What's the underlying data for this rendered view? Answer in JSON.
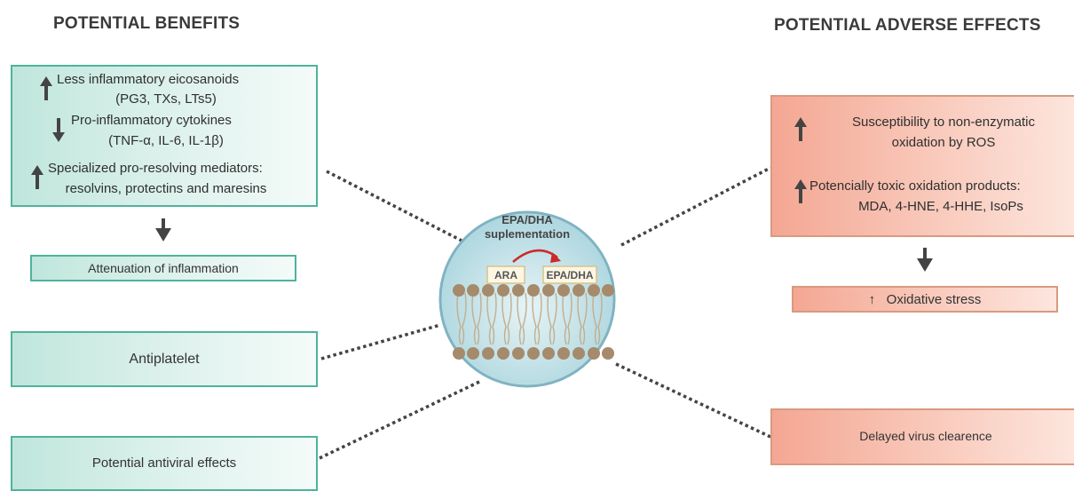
{
  "headings": {
    "benefits": "POTENTIAL BENEFITS",
    "adverse": "POTENTIAL ADVERSE EFFECTS"
  },
  "benefits_box": {
    "line1": "Less inflammatory eicosanoids",
    "line2": "(PG3, TXs,  LTs5)",
    "line3": "Pro-inflammatory cytokines",
    "line4": "(TNF-α, IL-6, IL-1β)",
    "line5": "Specialized pro-resolving mediators:",
    "line6": "resolvins, protectins and maresins"
  },
  "attenuation": "Attenuation of inflammation",
  "antiplatelet": "Antiplatelet",
  "antiviral": "Potential antiviral effects",
  "adverse_box": {
    "line1": "Susceptibility to non-enzymatic",
    "line2": "oxidation by ROS",
    "line3": "Potencially toxic oxidation products:",
    "line4": "MDA, 4-HNE, 4-HHE, IsoPs"
  },
  "oxidative_stress": "Oxidative stress",
  "oxidative_stress_arrow": "↑",
  "delayed": "Delayed virus clearence",
  "center": {
    "title_line1": "EPA/DHA",
    "title_line2": "suplementation",
    "ara": "ARA",
    "epa_dha": "EPA/DHA"
  },
  "colors": {
    "green_border": "#4fb39b",
    "red_border": "#d99a7e",
    "circle_fill": "#bde0e6",
    "circle_border": "#7fb3c2",
    "lipid_head": "#a58a6c",
    "curved_arrow": "#cc2a2a"
  }
}
